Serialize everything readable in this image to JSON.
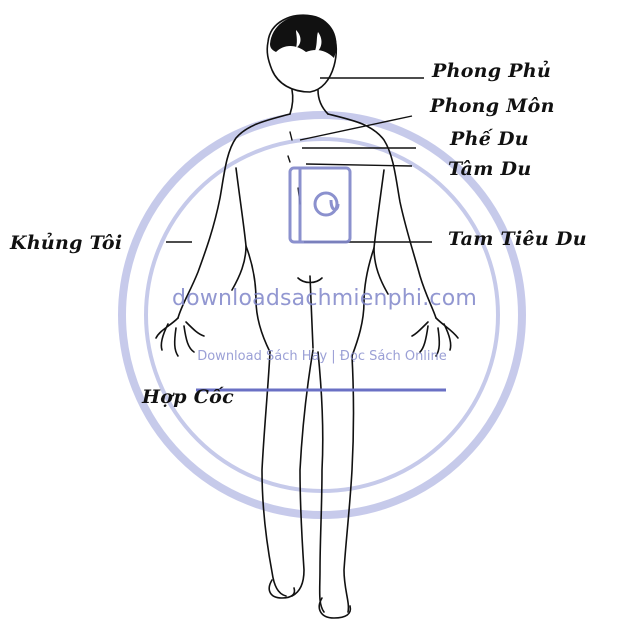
{
  "labels": {
    "phong_phu": "Phong Phủ",
    "phong_mon": "Phong Môn",
    "phe_du": "Phế Du",
    "tam_du": "Tâm Du",
    "khung_toi": "Khủng Tôi",
    "tam_tieu_du": "Tam Tiêu Du",
    "hop_coc": "Hợp Cốc"
  },
  "watermark": {
    "site": "downloadsachmienphi.com",
    "tagline": "Download Sách Hay | Đọc Sách Online",
    "color": "#7f86c9"
  }
}
